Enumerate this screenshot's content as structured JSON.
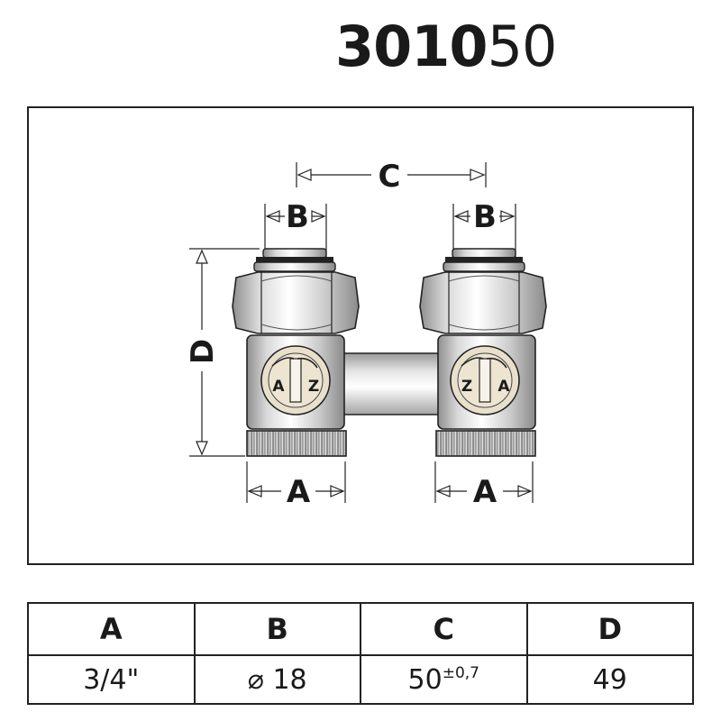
{
  "title": {
    "bold": "3010",
    "light": "50"
  },
  "diagram": {
    "labels": {
      "c": "C",
      "b_left": "B",
      "b_right": "B",
      "d": "D",
      "a_left": "A",
      "a_right": "A"
    },
    "left_badge": {
      "first": "A",
      "second": "Z"
    },
    "right_badge": {
      "first": "Z",
      "second": "A"
    }
  },
  "table": {
    "headers": [
      "A",
      "B",
      "C",
      "D"
    ],
    "values": {
      "a": "3/4\"",
      "b": "⌀ 18",
      "c_main": "50",
      "c_tolerance": "±0,7",
      "d": "49"
    }
  },
  "colors": {
    "metal_light": "#f2f2f2",
    "metal_dark": "#9a9a9a",
    "badge": "#e9e0cc",
    "ink": "#1a1a1a"
  }
}
